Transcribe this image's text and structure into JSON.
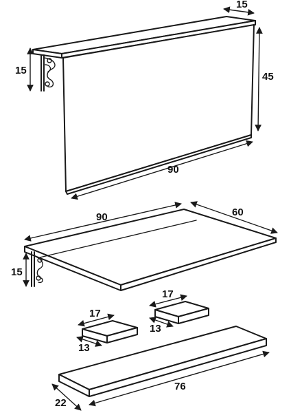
{
  "dimensions": {
    "cabinet_depth": "15",
    "cabinet_height": "45",
    "cabinet_width": "90",
    "bracket_height_top": "15",
    "table_width": "90",
    "table_depth": "60",
    "bracket_height_mid": "15",
    "block_right_length": "17",
    "block_right_width": "13",
    "block_left_length": "17",
    "block_left_width": "13",
    "shelf_length": "76",
    "shelf_depth": "22"
  }
}
